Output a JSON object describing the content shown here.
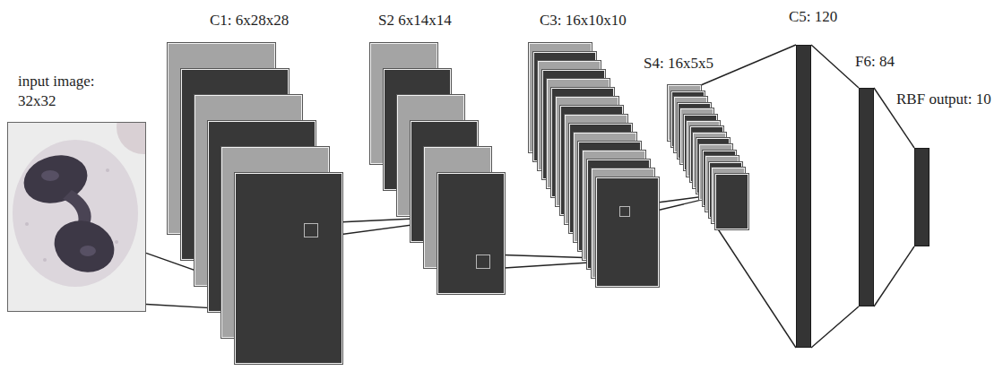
{
  "diagram": {
    "nodes": [
      {
        "text": [
          "input image: 32x32"
        ]
      },
      {
        "text": [
          "C1: 6x28x28"
        ]
      },
      {
        "text": [
          "S2 6x14x14"
        ]
      },
      {
        "text": [
          "C3: 16x10x10"
        ]
      },
      {
        "text": [
          "S4: 16x5x5"
        ]
      },
      {
        "text": [
          "C5: 120"
        ]
      },
      {
        "text": [
          "F6: 84"
        ]
      },
      {
        "text": [
          "RBF output: 10"
        ]
      }
    ],
    "edges": [
      {
        "from": 0,
        "to": 1,
        "arrow": "none"
      },
      {
        "from": 1,
        "to": 2,
        "arrow": "none"
      },
      {
        "from": 2,
        "to": 3,
        "arrow": "none"
      },
      {
        "from": 3,
        "to": 4,
        "arrow": "none"
      },
      {
        "from": 4,
        "to": 5,
        "arrow": "none"
      },
      {
        "from": 5,
        "to": 6,
        "arrow": "none"
      },
      {
        "from": 6,
        "to": 7,
        "arrow": "none"
      }
    ]
  }
}
